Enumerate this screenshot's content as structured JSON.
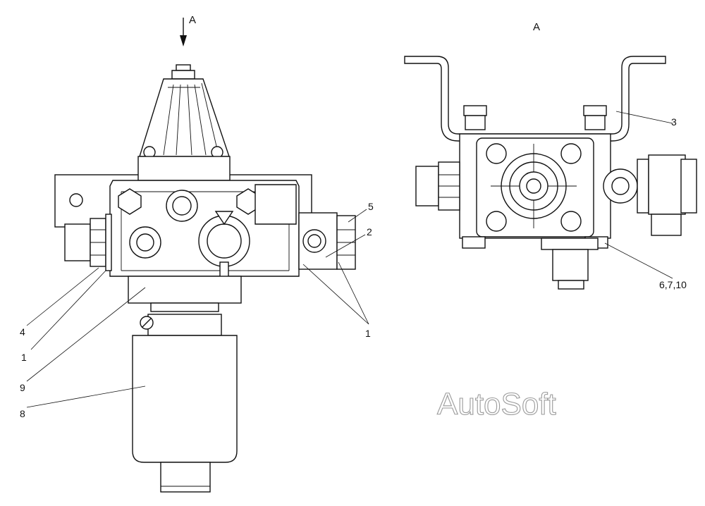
{
  "view_labels": {
    "left": "A",
    "right": "A"
  },
  "callouts": {
    "c5": "5",
    "c2": "2",
    "c1_right": "1",
    "c3": "3",
    "c6710": "6,7,10",
    "c4": "4",
    "c1_left": "1",
    "c9": "9",
    "c8": "8"
  },
  "watermark": "AutoSoft"
}
